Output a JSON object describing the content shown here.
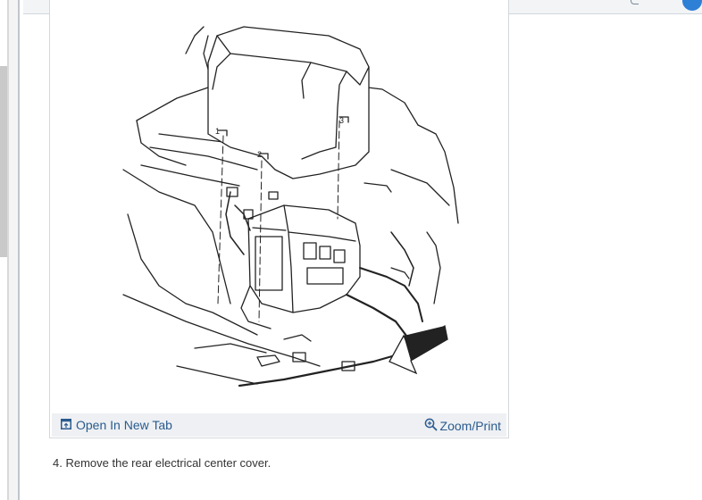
{
  "figure": {
    "open_new_tab_label": "Open In New Tab",
    "zoom_print_label": "Zoom/Print",
    "callouts": [
      "1",
      "2",
      "3"
    ]
  },
  "instructions": {
    "step_text": "4. Remove the rear electrical center cover."
  },
  "icons": {
    "open_tab": "open-in-new-tab-icon",
    "zoom": "zoom-in-icon"
  },
  "colors": {
    "link": "#2a5b8f",
    "footer_bg": "#eef0f3",
    "accent": "#2e7fd6"
  }
}
